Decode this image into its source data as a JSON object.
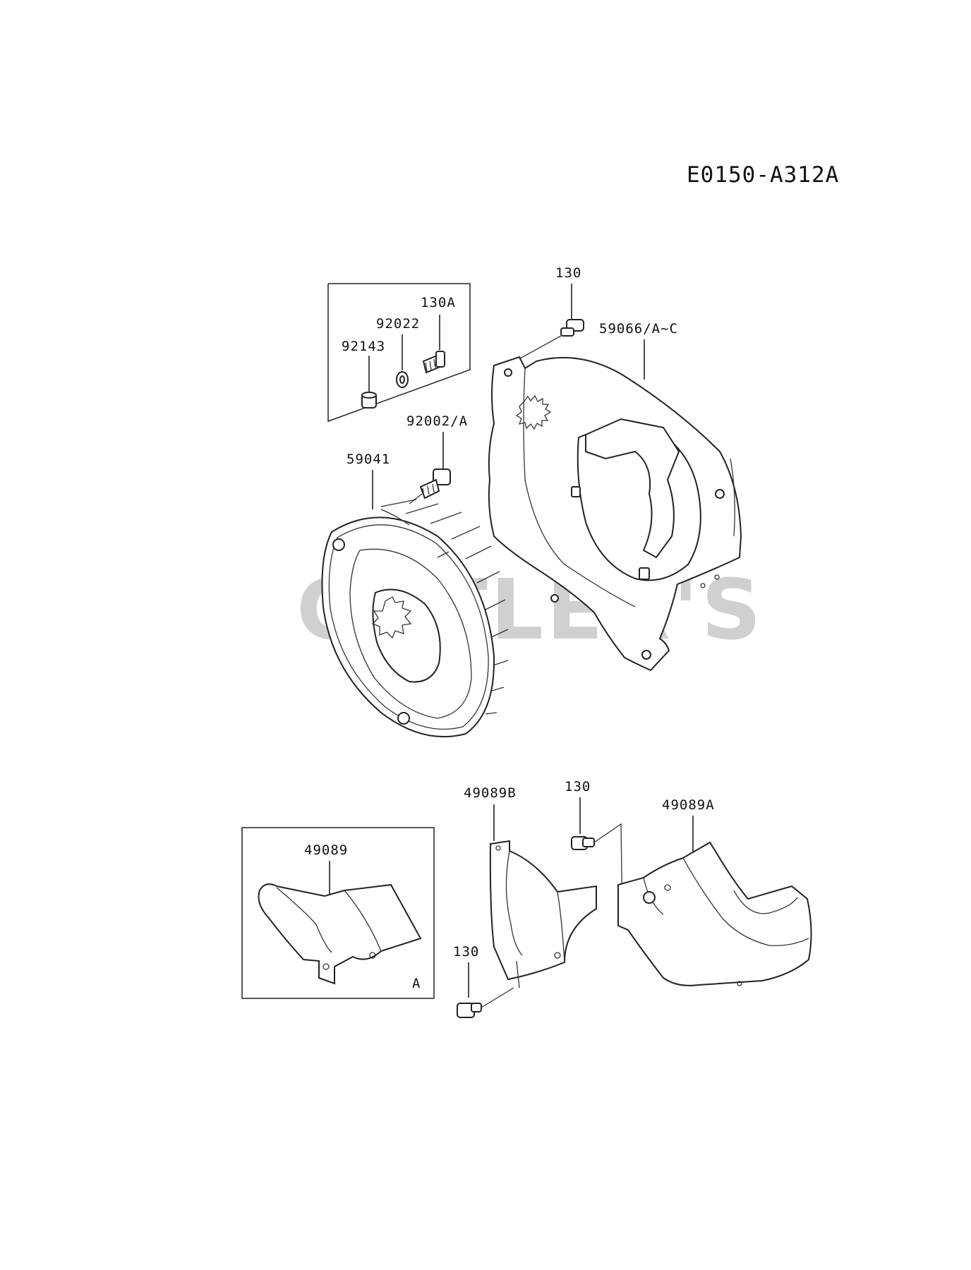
{
  "diagram_code": "E0150-A312A",
  "watermark": "CUTLER'S",
  "labels": {
    "p130_top": "130",
    "p130a": "130A",
    "p92022": "92022",
    "p92143": "92143",
    "p59066": "59066/A~C",
    "p92002": "92002/A",
    "p59041": "59041",
    "p49089b": "49089B",
    "p130_mid": "130",
    "p49089a": "49089A",
    "p49089": "49089",
    "p130_bottom": "130",
    "inset_a": "A"
  }
}
